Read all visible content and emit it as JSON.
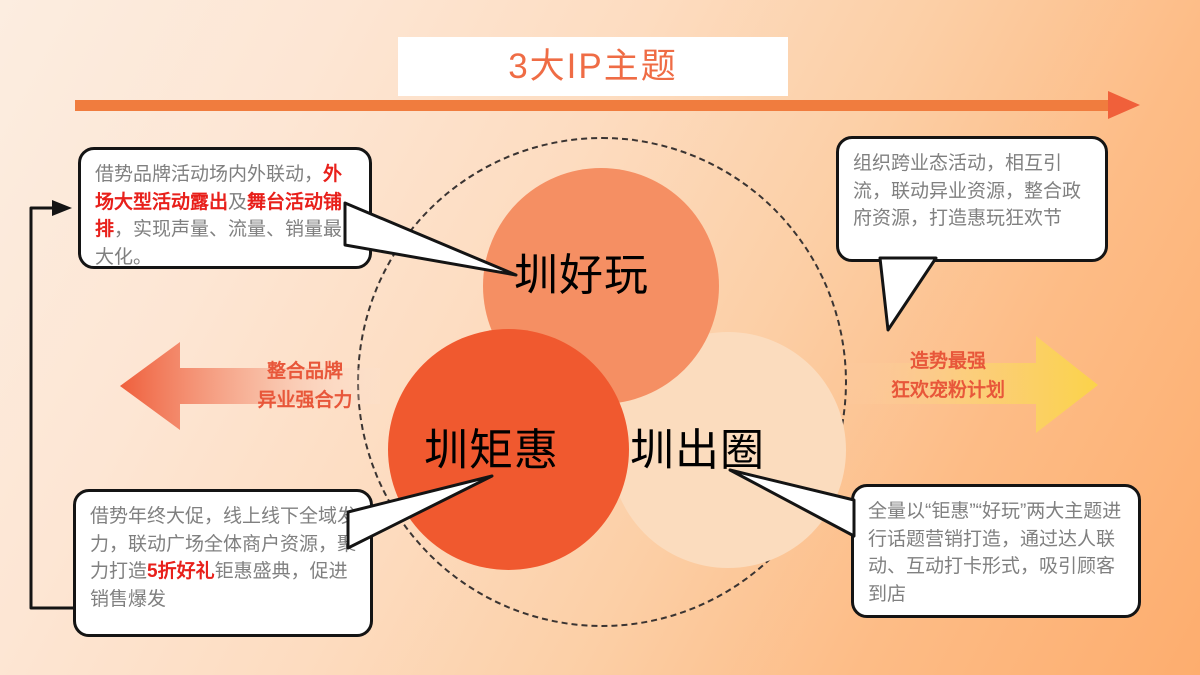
{
  "slide": {
    "title": "3大IP主题",
    "accent_color": "#EF6C45",
    "rule_color": "#F07C3E",
    "background_from": "#FCEDE0",
    "background_to": "#FDAD6E"
  },
  "venn": {
    "circles": [
      {
        "id": "haowan",
        "label": "圳好玩",
        "color": "#F58F63"
      },
      {
        "id": "juhui",
        "label": "圳矩惠",
        "color": "#F0592F"
      },
      {
        "id": "chuquan",
        "label": "圳出圈",
        "color": "#FBDCBE"
      }
    ]
  },
  "arrows": {
    "left": {
      "line1": "整合品牌",
      "line2": "异业强合力",
      "text_color": "#E8573A",
      "direction": "left"
    },
    "right": {
      "line1": "造势最强",
      "line2": "狂欢宠粉计划",
      "text_color": "#E8573A",
      "direction": "right"
    }
  },
  "callouts": {
    "top_left": {
      "target": "圳好玩",
      "segments": [
        {
          "text": "借势品牌活动场内外联动，",
          "highlight": false
        },
        {
          "text": "外场大型活动露出",
          "highlight": true
        },
        {
          "text": "及",
          "highlight": false
        },
        {
          "text": "舞台活动铺排",
          "highlight": true
        },
        {
          "text": "，实现声量、流量、销量最大化。",
          "highlight": false
        }
      ]
    },
    "top_right": {
      "target": "圳好玩",
      "segments": [
        {
          "text": "组织跨业态活动，相互引流，联动异业资源，整合政府资源，打造惠玩狂欢节",
          "highlight": false
        }
      ]
    },
    "bottom_left": {
      "target": "圳矩惠",
      "segments": [
        {
          "text": "借势年终大促，线上线下全域发力，联动广场全体商户资源，聚力打造",
          "highlight": false
        },
        {
          "text": "5折好礼",
          "highlight": true
        },
        {
          "text": "钜惠盛典，促进销售爆发",
          "highlight": false
        }
      ]
    },
    "bottom_right": {
      "target": "圳出圈",
      "segments": [
        {
          "text": "全量以“钜惠”“好玩”两大主题进行话题营销打造，通过达人联动、互动打卡形式，吸引顾客到店",
          "highlight": false
        }
      ]
    }
  }
}
